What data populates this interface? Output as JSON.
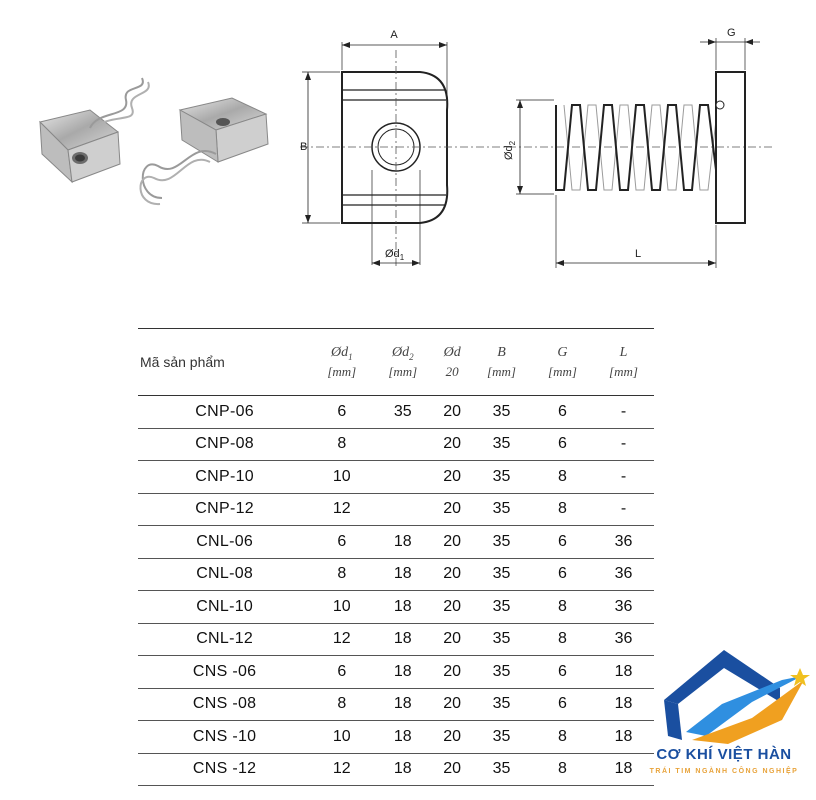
{
  "diagram": {
    "labels": {
      "a": "A",
      "b": "B",
      "d1": "Ød",
      "d1_sub": "1",
      "g": "G",
      "d2": "Ød",
      "d2_sub": "2",
      "l": "L"
    }
  },
  "table": {
    "headers": [
      {
        "sym": "",
        "unit": "",
        "text": "Mã sản phẩm"
      },
      {
        "sym": "Ød",
        "sub": "1",
        "unit": "[mm]"
      },
      {
        "sym": "Ød",
        "sub": "2",
        "unit": "[mm]"
      },
      {
        "sym": "Ød",
        "sub": "",
        "unit": "20"
      },
      {
        "sym": "B",
        "sub": "",
        "unit": "[mm]"
      },
      {
        "sym": "G",
        "sub": "",
        "unit": "[mm]"
      },
      {
        "sym": "L",
        "sub": "",
        "unit": "[mm]"
      }
    ],
    "rows": [
      [
        "CNP-06",
        "6",
        "35",
        "20",
        "35",
        "6",
        "-"
      ],
      [
        "CNP-08",
        "8",
        "",
        "20",
        "35",
        "6",
        "-"
      ],
      [
        "CNP-10",
        "10",
        "",
        "20",
        "35",
        "8",
        "-"
      ],
      [
        "CNP-12",
        "12",
        "",
        "20",
        "35",
        "8",
        "-"
      ],
      [
        "CNL-06",
        "6",
        "18",
        "20",
        "35",
        "6",
        "36"
      ],
      [
        "CNL-08",
        "8",
        "18",
        "20",
        "35",
        "6",
        "36"
      ],
      [
        "CNL-10",
        "10",
        "18",
        "20",
        "35",
        "8",
        "36"
      ],
      [
        "CNL-12",
        "12",
        "18",
        "20",
        "35",
        "8",
        "36"
      ],
      [
        "CNS -06",
        "6",
        "18",
        "20",
        "35",
        "6",
        "18"
      ],
      [
        "CNS -08",
        "8",
        "18",
        "20",
        "35",
        "6",
        "18"
      ],
      [
        "CNS -10",
        "10",
        "18",
        "20",
        "35",
        "8",
        "18"
      ],
      [
        "CNS -12",
        "12",
        "18",
        "20",
        "35",
        "8",
        "18"
      ]
    ]
  },
  "logo": {
    "brand": "CƠ KHÍ VIỆT HÀN",
    "tagline": "TRÁI TIM NGÀNH CÔNG NGHIỆP",
    "colors": {
      "blue": "#1a4fa0",
      "orange": "#f0a020",
      "light_blue": "#2f8fe0"
    }
  }
}
